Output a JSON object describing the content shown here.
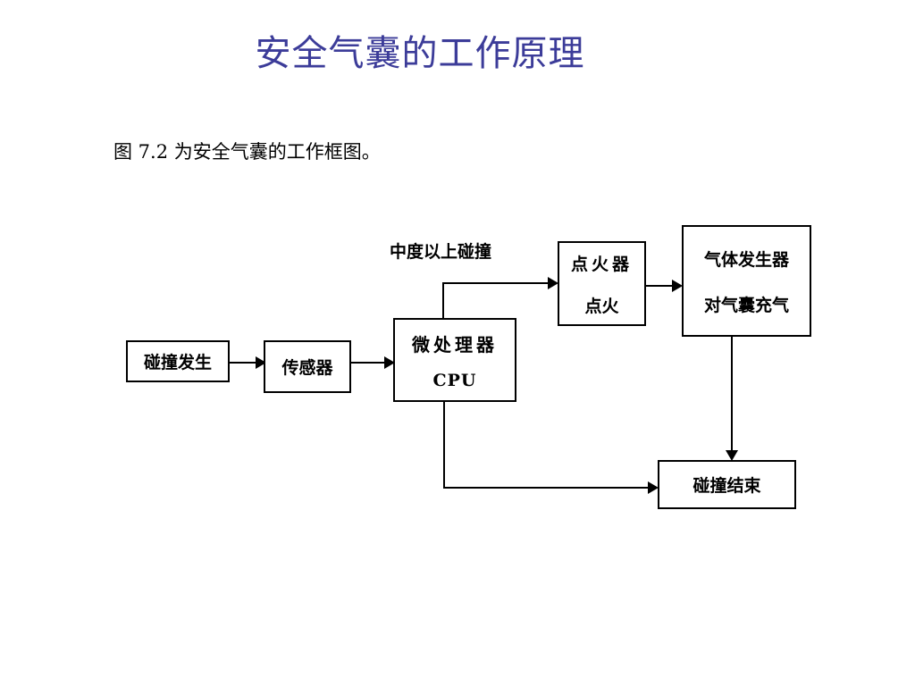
{
  "slide": {
    "title": "安全气囊的工作原理",
    "title_color": "#3c3c99",
    "body_text": "图 7.2 为安全气囊的工作框图。",
    "background_color": "#ffffff"
  },
  "diagram": {
    "type": "flowchart",
    "stroke_color": "#000000",
    "node_fill": "#ffffff",
    "branch_label": "中度以上碰撞",
    "nodes": [
      {
        "id": "crash",
        "line1": "碰撞发生",
        "line2": ""
      },
      {
        "id": "sensor",
        "line1": "传感器",
        "line2": ""
      },
      {
        "id": "cpu",
        "line1": "微处理器",
        "line2": "CPU"
      },
      {
        "id": "igniter",
        "line1": "点火器",
        "line2": "点火"
      },
      {
        "id": "generator",
        "line1": "气体发生器",
        "line2": "对气囊充气"
      },
      {
        "id": "end",
        "line1": "碰撞结束",
        "line2": ""
      }
    ],
    "edges": [
      {
        "from": "crash",
        "to": "sensor",
        "label": ""
      },
      {
        "from": "sensor",
        "to": "cpu",
        "label": ""
      },
      {
        "from": "cpu",
        "to": "igniter",
        "label": "中度以上碰撞"
      },
      {
        "from": "igniter",
        "to": "generator",
        "label": ""
      },
      {
        "from": "generator",
        "to": "end",
        "label": ""
      },
      {
        "from": "cpu",
        "to": "end",
        "label": ""
      }
    ]
  }
}
